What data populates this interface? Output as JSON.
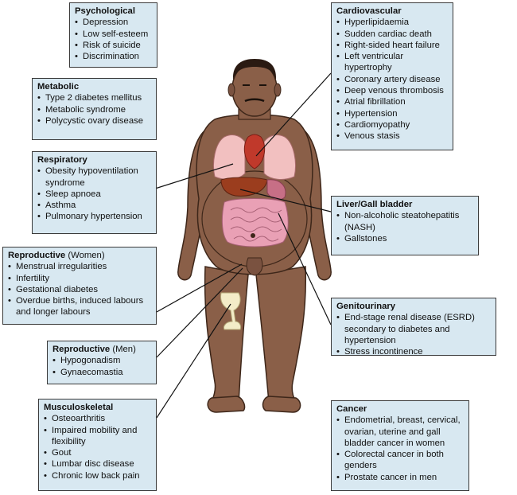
{
  "boxes": {
    "psychological": {
      "title": "Psychological",
      "items": [
        "Depression",
        "Low self-esteem",
        "Risk of suicide",
        "Discrimination"
      ]
    },
    "metabolic": {
      "title": "Metabolic",
      "items": [
        "Type 2 diabetes mellitus",
        "Metabolic syndrome",
        "Polycystic ovary disease"
      ]
    },
    "respiratory": {
      "title": "Respiratory",
      "items": [
        "Obesity hypoventilation syndrome",
        "Sleep apnoea",
        "Asthma",
        "Pulmonary hypertension"
      ]
    },
    "reproductive_women": {
      "title": "Reproductive",
      "subtitle": "(Women)",
      "items": [
        "Menstrual irregularities",
        "Infertility",
        "Gestational diabetes",
        "Overdue births, induced labours and longer labours"
      ]
    },
    "reproductive_men": {
      "title": "Reproductive",
      "subtitle": "(Men)",
      "items": [
        "Hypogonadism",
        "Gynaecomastia"
      ]
    },
    "musculoskeletal": {
      "title": "Musculoskeletal",
      "items": [
        "Osteoarthritis",
        "Impaired mobility and flexibility",
        "Gout",
        "Lumbar disc disease",
        "Chronic low back pain"
      ]
    },
    "cardiovascular": {
      "title": "Cardiovascular",
      "items": [
        "Hyperlipidaemia",
        "Sudden cardiac death",
        "Right-sided heart failure",
        "Left ventricular hypertrophy",
        "Coronary artery disease",
        "Deep venous thrombosis",
        "Atrial fibrillation",
        "Hypertension",
        "Cardiomyopathy",
        "Venous stasis"
      ]
    },
    "liver": {
      "title": "Liver/Gall bladder",
      "items": [
        "Non-alcoholic steatohepatitis (NASH)",
        "Gallstones"
      ]
    },
    "genitourinary": {
      "title": "Genitourinary",
      "items": [
        "End-stage renal disease (ESRD) secondary to diabetes and hypertension",
        "Stress incontinence"
      ]
    },
    "cancer": {
      "title": "Cancer",
      "items": [
        "Endometrial, breast, cervical, ovarian, uterine and gall bladder cancer in women",
        "Colorectal cancer in both genders",
        "Prostate cancer in men"
      ]
    }
  },
  "colors": {
    "box_fill": "#d8e8f1",
    "box_border": "#3a3a3a",
    "skin": "#8a5f48",
    "skin_dark": "#5e3c2a",
    "lungs": "#f2c0c0",
    "heart": "#c0392b",
    "liver": "#9b3d1e",
    "intestines": "#e9a0b5",
    "knee": "#f3ecc8"
  }
}
